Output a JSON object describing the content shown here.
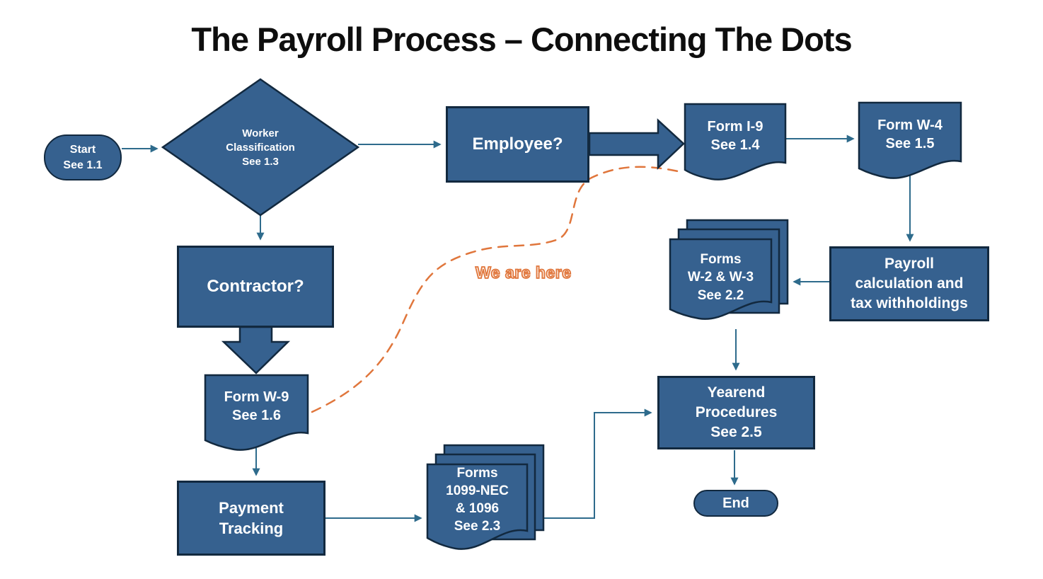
{
  "title": "The Payroll Process – Connecting The Dots",
  "annotation": {
    "label": "We are here"
  },
  "nodes": {
    "start": {
      "type": "terminator",
      "label": "Start\nSee 1.1"
    },
    "worker_classification": {
      "type": "decision",
      "label": "Worker\nClassification\nSee 1.3"
    },
    "employee": {
      "type": "process",
      "label": "Employee?"
    },
    "form_i9": {
      "type": "document",
      "label": "Form I-9\nSee 1.4"
    },
    "form_w4": {
      "type": "document",
      "label": "Form W-4\nSee 1.5"
    },
    "payroll_calc": {
      "type": "process",
      "label": "Payroll\ncalculation and\ntax withholdings"
    },
    "forms_w2_w3": {
      "type": "multidocument",
      "label": "Forms\nW-2 & W-3\nSee 2.2"
    },
    "yearend": {
      "type": "process",
      "label": "Yearend\nProcedures\nSee 2.5"
    },
    "end": {
      "type": "terminator",
      "label": "End"
    },
    "contractor": {
      "type": "process",
      "label": "Contractor?"
    },
    "form_w9": {
      "type": "document",
      "label": "Form W-9\nSee 1.6"
    },
    "payment_tracking": {
      "type": "process",
      "label": "Payment\nTracking"
    },
    "forms_1099": {
      "type": "multidocument",
      "label": "Forms\n1099-NEC\n& 1096\nSee 2.3"
    }
  },
  "edges": [
    {
      "from": "start",
      "to": "worker_classification",
      "style": "arrow"
    },
    {
      "from": "worker_classification",
      "to": "employee",
      "style": "arrow"
    },
    {
      "from": "worker_classification",
      "to": "contractor",
      "style": "arrow"
    },
    {
      "from": "employee",
      "to": "form_i9",
      "style": "block-arrow"
    },
    {
      "from": "form_i9",
      "to": "form_w4",
      "style": "arrow"
    },
    {
      "from": "form_w4",
      "to": "payroll_calc",
      "style": "arrow"
    },
    {
      "from": "payroll_calc",
      "to": "forms_w2_w3",
      "style": "arrow"
    },
    {
      "from": "forms_w2_w3",
      "to": "yearend",
      "style": "arrow"
    },
    {
      "from": "yearend",
      "to": "end",
      "style": "arrow"
    },
    {
      "from": "contractor",
      "to": "form_w9",
      "style": "block-arrow"
    },
    {
      "from": "form_w9",
      "to": "payment_tracking",
      "style": "arrow"
    },
    {
      "from": "payment_tracking",
      "to": "forms_1099",
      "style": "arrow"
    },
    {
      "from": "forms_1099",
      "to": "yearend",
      "style": "elbow-arrow"
    },
    {
      "from": "form_w9",
      "to": "form_i9",
      "style": "orange-dashed-curve"
    }
  ],
  "colors": {
    "shape_fill": "#36618F",
    "shape_border": "#12293F",
    "connector": "#2E6B8C",
    "accent_orange": "#E0763C",
    "title": "#0E0E0E",
    "background": "#FFFFFF"
  }
}
